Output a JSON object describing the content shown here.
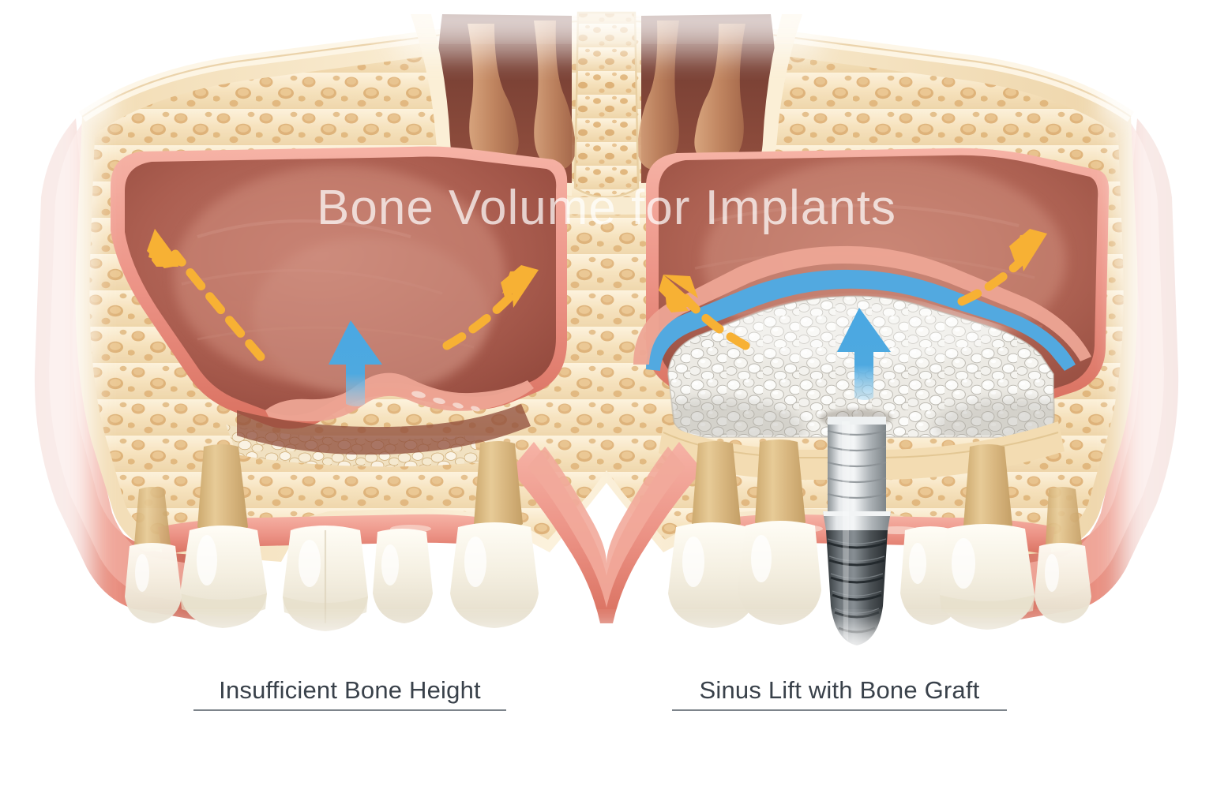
{
  "figure": {
    "title_watermark": "Bone Volume for Implants",
    "background_color": "#ffffff",
    "type": "medical-illustration",
    "subject": "maxillary sinus cross-section comparing deficient alveolar bone with a sinus lift bone graft supporting a dental implant"
  },
  "captions": {
    "left": "Insufficient Bone Height",
    "right": "Sinus Lift with Bone Graft",
    "text_color": "#39414a",
    "rule_color": "#7d848b"
  },
  "palette": {
    "sinus_cavity": "#a8584c",
    "sinus_lining": "#e79a8f",
    "mucosa_pink": "#ef9d92",
    "muscle_red": "#cf6e5e",
    "cortical_bone": "#f6e3c2",
    "trabecular_bone": "#f3dcb6",
    "marrow_space": "#d8a968",
    "tooth_root": "#d9b77e",
    "tooth_crown": "#f4efe2",
    "graft_particle": "#f7f7f5",
    "graft_shadow": "#c9c9c6",
    "membrane_blue": "#52a9e0",
    "arrow_blue": "#49a5df",
    "arrow_orange": "#f7b134",
    "implant_light": "#cfd2d4",
    "implant_dark": "#4c5256",
    "nasal_turbinate": "#c9906a",
    "nasal_air": "#8a4c3f"
  },
  "anatomy": {
    "left_panel": {
      "label": "Insufficient Bone Height",
      "sinus_name": "maxillary sinus",
      "floor_state": "pneumatized sinus, thin residual ridge, no graft",
      "graft_present": false,
      "implant_present": false,
      "arrows": {
        "expansion_dashed": 2,
        "lift_solid": 1
      }
    },
    "right_panel": {
      "label": "Sinus Lift with Bone Graft",
      "sinus_name": "maxillary sinus",
      "floor_state": "Schneiderian membrane elevated, sinus floor augmented with particulate graft",
      "graft_present": true,
      "graft_material": "particulate bone graft granules",
      "membrane_name": "Schneiderian membrane",
      "implant_present": true,
      "implant_type": "threaded endosseous dental implant",
      "arrows": {
        "expansion_dashed": 2,
        "lift_solid": 1
      }
    },
    "midline": {
      "nasal_cavity": true,
      "nasal_septum": true,
      "turbinates": 4,
      "palate": "hard palate with gingival crest"
    },
    "teeth": {
      "left_count": 5,
      "right_count": 5,
      "total_visible": 10
    }
  }
}
